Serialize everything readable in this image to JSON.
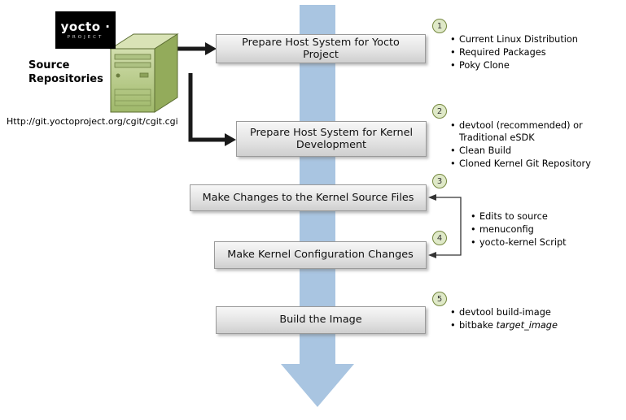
{
  "logo": {
    "name": "yocto ·",
    "tagline": "PROJECT"
  },
  "source": {
    "title": "Source\nRepositories",
    "url": "Http://git.yoctoproject.org/cgit/cgit.cgi"
  },
  "steps": [
    {
      "num": "1",
      "label": "Prepare Host System for Yocto Project"
    },
    {
      "num": "2",
      "label": "Prepare Host System for Kernel Development"
    },
    {
      "num": "3",
      "label": "Make Changes to the Kernel Source Files"
    },
    {
      "num": "4",
      "label": "Make Kernel Configuration Changes"
    },
    {
      "num": "5",
      "label": "Build the Image"
    }
  ],
  "bullets": {
    "step1": [
      "Current Linux Distribution",
      "Required Packages",
      "Poky Clone"
    ],
    "step2": [
      "devtool (recommended) or Traditional eSDK",
      "Clean Build",
      "Cloned Kernel Git Repository"
    ],
    "steps34": [
      "Edits to source",
      "menuconfig",
      "yocto-kernel Script"
    ],
    "step5": [
      "devtool build-image"
    ],
    "step5_bitbake_prefix": "bitbake ",
    "step5_bitbake_command": "target_image"
  },
  "colors": {
    "flow_arrow": "#a9c5e1",
    "connector": "#1a1a1a",
    "step_circle_fill": "#dfe9c8",
    "step_circle_border": "#75883f",
    "box_border": "#9a9a9a",
    "server_green": "#a8bf6d",
    "logo_background": "#000000"
  }
}
